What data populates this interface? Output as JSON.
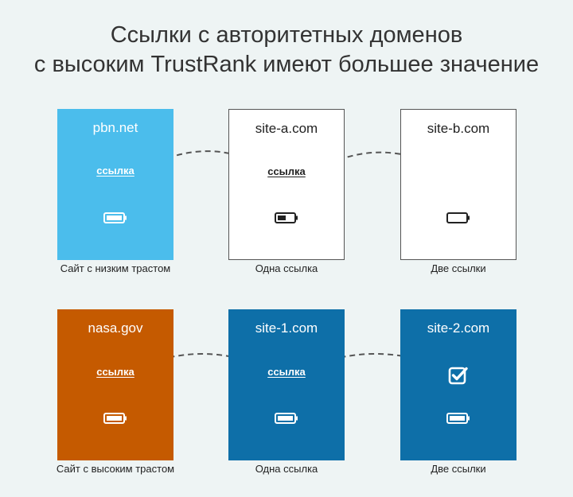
{
  "title": {
    "line1": "Ссылки с авторитетных доменов",
    "line2": "с высоким TrustRank имеют большее значение"
  },
  "rows": [
    {
      "cards": [
        {
          "domain": "pbn.net",
          "link": "ссылка",
          "battery": "full",
          "color": "#4bbdec",
          "caption": "Сайт с низким трастом"
        },
        {
          "domain": "site-a.com",
          "link": "ссылка",
          "battery": "half",
          "caption": "Одна ссылка"
        },
        {
          "domain": "site-b.com",
          "battery": "empty",
          "caption": "Две ссылки"
        }
      ]
    },
    {
      "cards": [
        {
          "domain": "nasa.gov",
          "link": "ссылка",
          "battery": "full",
          "color": "#c55a00",
          "caption": "Сайт с высоким трастом"
        },
        {
          "domain": "site-1.com",
          "link": "ссылка",
          "battery": "full",
          "color": "#0e6fa8",
          "caption": "Одна ссылка"
        },
        {
          "domain": "site-2.com",
          "battery": "full",
          "icon": "checkbox-checked-icon",
          "color": "#0e6fa8",
          "caption": "Две ссылки"
        }
      ]
    }
  ]
}
